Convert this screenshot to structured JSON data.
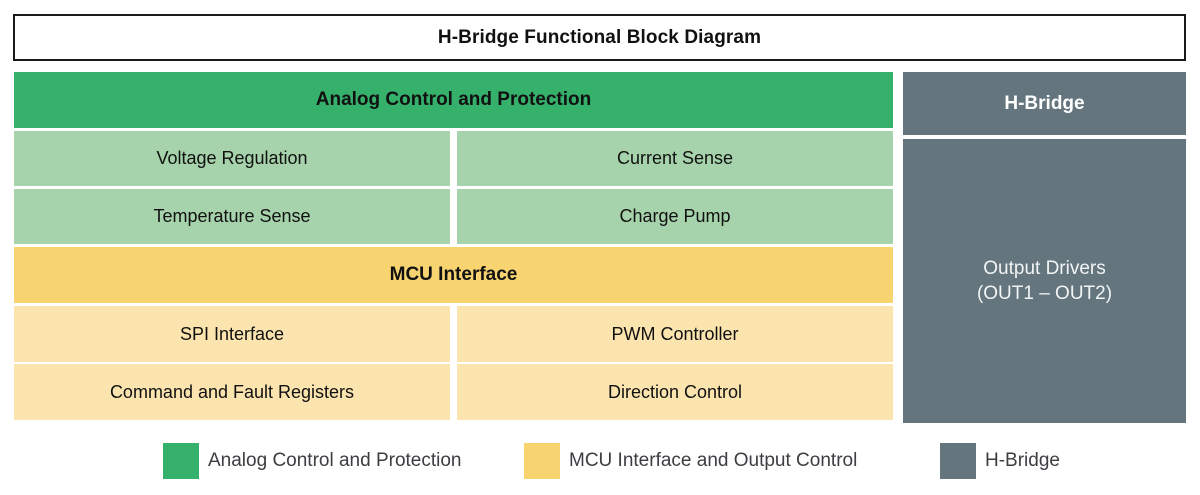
{
  "title": "H-Bridge Functional Block Diagram",
  "colors": {
    "analog_header": "#35b16b",
    "analog_cell": "#a6d3ab",
    "mcu_header": "#f8d471",
    "mcu_cell": "#fbe4ae",
    "hbridge": "#64757e",
    "title_border": "#1a1a1a",
    "legend_text": "#3d3d42",
    "background": "#ffffff"
  },
  "left_group": {
    "analog_section": {
      "header": "Analog Control and Protection",
      "cells": [
        "Voltage Regulation",
        "Current Sense",
        "Temperature Sense",
        "Charge Pump"
      ]
    },
    "mcu_section": {
      "header": "MCU Interface",
      "cells": [
        "SPI Interface",
        "PWM Controller",
        "Command and Fault Registers",
        "Direction Control"
      ]
    }
  },
  "right_column": {
    "header": "H-Bridge",
    "body_line1": "Output Drivers",
    "body_line2": "(OUT1 – OUT2)"
  },
  "legend": {
    "items": [
      {
        "label": "Analog Control and Protection",
        "color": "#35b16b"
      },
      {
        "label": "MCU Interface and Output Control",
        "color": "#f8d471"
      },
      {
        "label": "H-Bridge",
        "color": "#64757e"
      }
    ]
  }
}
